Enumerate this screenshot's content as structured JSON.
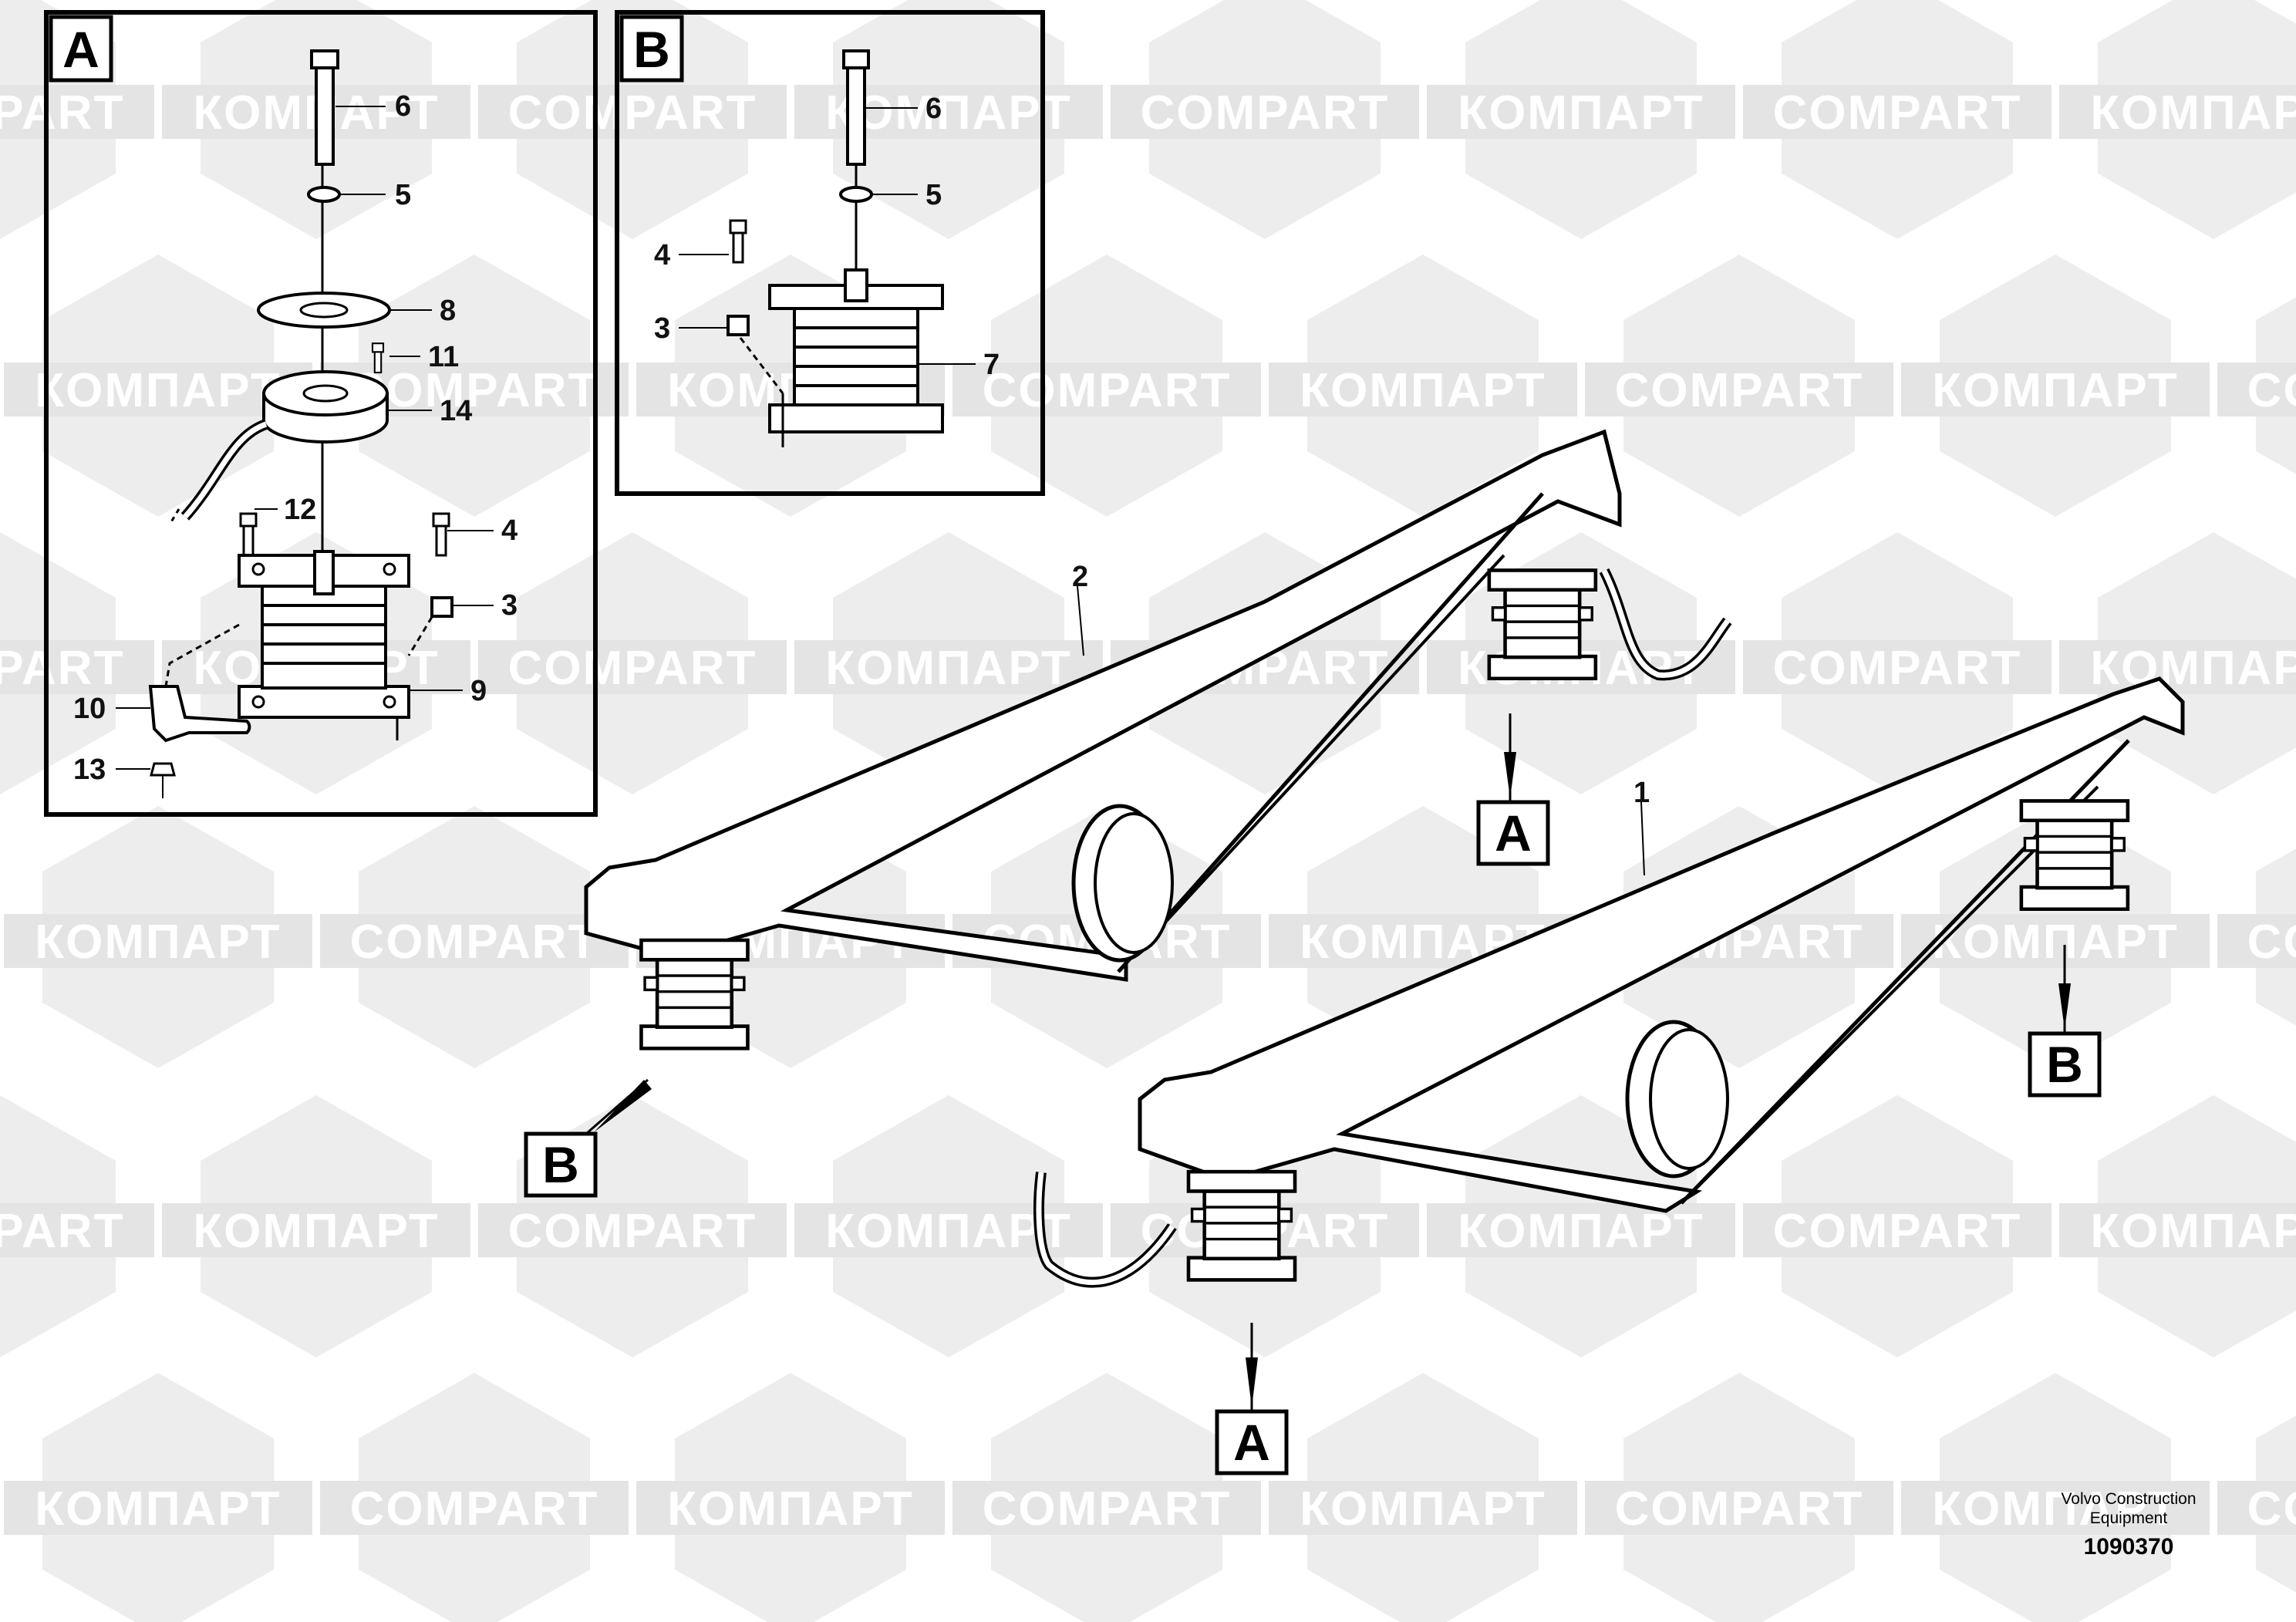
{
  "inset_a": {
    "letter": "A",
    "callouts": [
      "6",
      "5",
      "8",
      "11",
      "14",
      "12",
      "4",
      "3",
      "9",
      "10",
      "13"
    ]
  },
  "inset_b": {
    "letter": "B",
    "callouts": [
      "6",
      "5",
      "4",
      "3",
      "7"
    ]
  },
  "main": {
    "callouts": [
      "2",
      "1"
    ],
    "view_markers": [
      "A",
      "B",
      "B",
      "A"
    ]
  },
  "watermark": {
    "words": [
      "COMPART",
      "КОМПАРТ"
    ]
  },
  "footer": {
    "line1": "Volvo Construction",
    "line2": "Equipment",
    "number": "1090370"
  }
}
